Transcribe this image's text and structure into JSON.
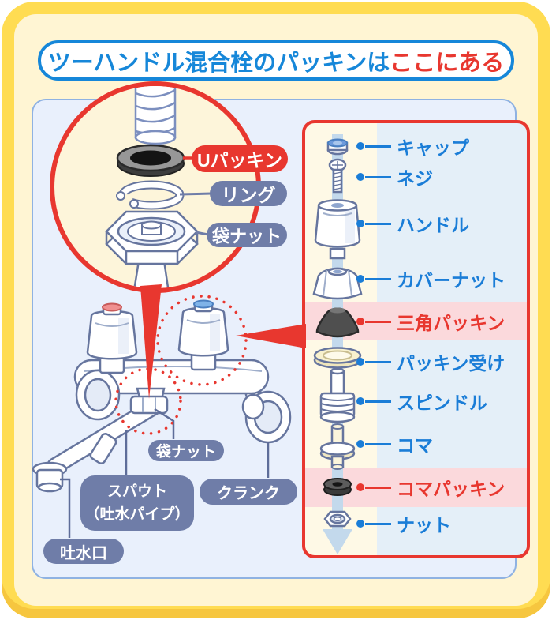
{
  "title": {
    "normal": "ツーハンドル混合栓のパッキンは",
    "highlight": "ここにある"
  },
  "magnifier": {
    "u_packing": "Uパッキン",
    "ring": "リング",
    "nut": "袋ナット"
  },
  "faucet": {
    "nut": "袋ナット",
    "spout_line1": "スパウト",
    "spout_line2": "（吐水パイプ）",
    "crank": "クランク",
    "outlet": "吐水口"
  },
  "parts": [
    {
      "label": "キャップ",
      "highlight": false
    },
    {
      "label": "ネジ",
      "highlight": false
    },
    {
      "label": "ハンドル",
      "highlight": false
    },
    {
      "label": "カバーナット",
      "highlight": false
    },
    {
      "label": "三角パッキン",
      "highlight": true
    },
    {
      "label": "パッキン受け",
      "highlight": false
    },
    {
      "label": "スピンドル",
      "highlight": false
    },
    {
      "label": "コマ",
      "highlight": false
    },
    {
      "label": "コマパッキン",
      "highlight": true
    },
    {
      "label": "ナット",
      "highlight": false
    }
  ],
  "colors": {
    "accent_red": "#E8372F",
    "label_blue": "#1A7DD7",
    "pill_slate": "#6F7DA8",
    "frame_gold": "#FFDC52",
    "highlight_pink": "#FBD9DC"
  }
}
